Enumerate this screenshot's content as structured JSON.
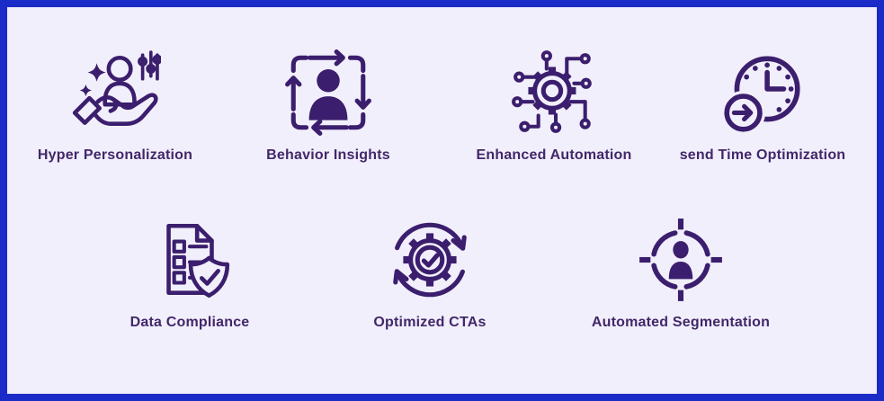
{
  "theme": {
    "border_color": "#1b2bc8",
    "bg_color": "#f1effb",
    "icon_color": "#3b1e6d",
    "text_color": "#42276a"
  },
  "features": {
    "rows": [
      {
        "items": [
          {
            "label": "Hyper Personalization",
            "icon": "hand-holding-person-icon"
          },
          {
            "label": "Behavior Insights",
            "icon": "person-frame-cycle-icon"
          },
          {
            "label": "Enhanced Automation",
            "icon": "gear-circuit-icon"
          },
          {
            "label": "send Time Optimization",
            "icon": "clock-forward-icon"
          }
        ]
      },
      {
        "items": [
          {
            "label": "Data Compliance",
            "icon": "document-shield-check-icon"
          },
          {
            "label": "Optimized CTAs",
            "icon": "gear-check-refresh-icon"
          },
          {
            "label": "Automated Segmentation",
            "icon": "person-target-icon"
          }
        ]
      }
    ]
  }
}
